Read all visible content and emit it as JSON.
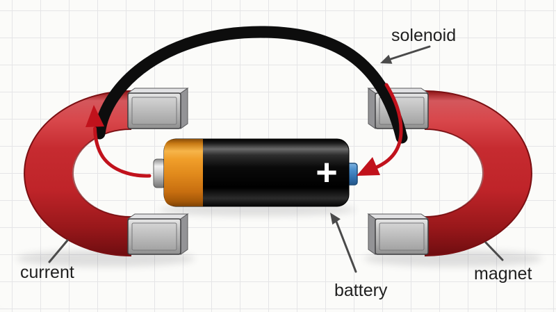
{
  "labels": {
    "solenoid": "solenoid",
    "current": "current",
    "battery": "battery",
    "magnet": "magnet"
  },
  "battery": {
    "plus_symbol": "+"
  },
  "colors": {
    "magnet_red": "#c1272d",
    "pole_gray": "#b9b9b9",
    "wire_black": "#0d0d0d",
    "current_arrow_red": "#c1121c",
    "battery_orange": "#e8921f",
    "battery_black": "#0f0f0f",
    "terminal_blue": "#3f7fc1",
    "label_text": "#1f1f1f",
    "leader_line": "#4a4a4a",
    "grid_line": "#e5e5e7",
    "background": "#fbfbf9"
  }
}
